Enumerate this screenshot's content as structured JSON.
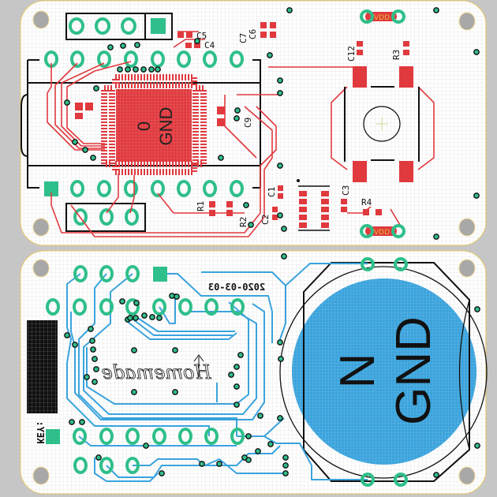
{
  "view": {
    "title": "PCB layout",
    "colors": {
      "top_copper": "#e0393e",
      "bottom_copper": "#3aa3dc",
      "pads": "#2fbf8a",
      "silkscreen": "#111111",
      "background": "#c6c6c6"
    }
  },
  "top_board": {
    "labels": {
      "c5": "C5",
      "c4": "C4",
      "c7": "C7",
      "c6": "C6",
      "c12": "C12",
      "r3": "R3",
      "r1": "R1",
      "r2": "R2",
      "c1": "C1",
      "c2": "C2",
      "c3": "C3",
      "r4": "R4",
      "c9": "C9"
    },
    "vdd_top": "VDD",
    "vdd_bottom": "VDD",
    "gnd_pour": "GND",
    "gnd_pour_id": "0"
  },
  "bottom_board": {
    "date": "2020-03-03",
    "brand": "Homemade",
    "key_label": "KEY:",
    "gnd_pour": "GND",
    "gnd_pour_id": "N"
  }
}
